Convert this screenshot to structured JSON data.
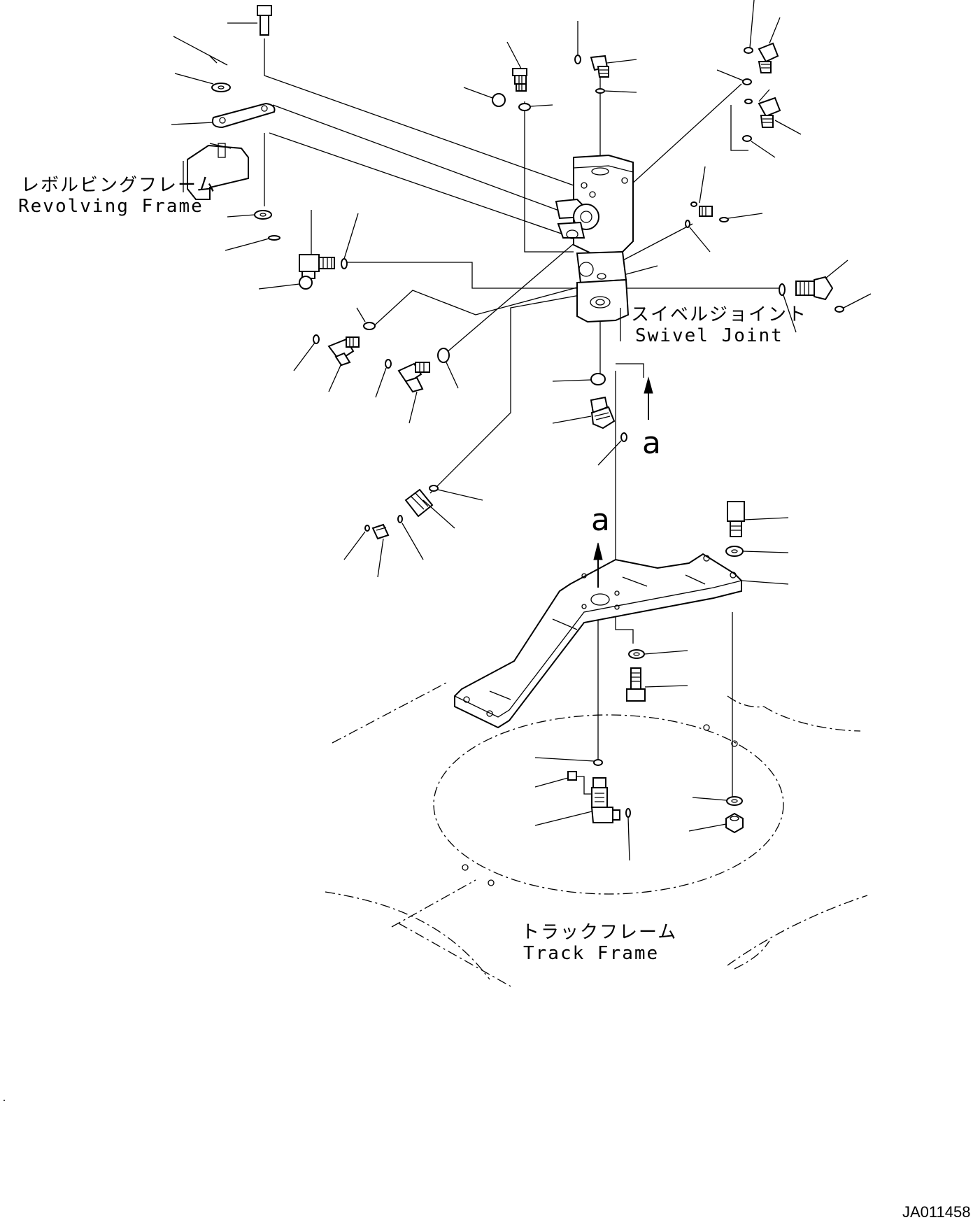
{
  "labels": {
    "revolving_frame_jp": "レボルビングフレーム",
    "revolving_frame_en": "Revolving Frame",
    "swivel_joint_jp": "スイベルジョイント",
    "swivel_joint_en": "Swivel Joint",
    "track_frame_jp": "トラックフレーム",
    "track_frame_en": "Track Frame",
    "view_marker_upper": "a",
    "view_marker_lower": "a",
    "figure_id": "JA011458"
  }
}
